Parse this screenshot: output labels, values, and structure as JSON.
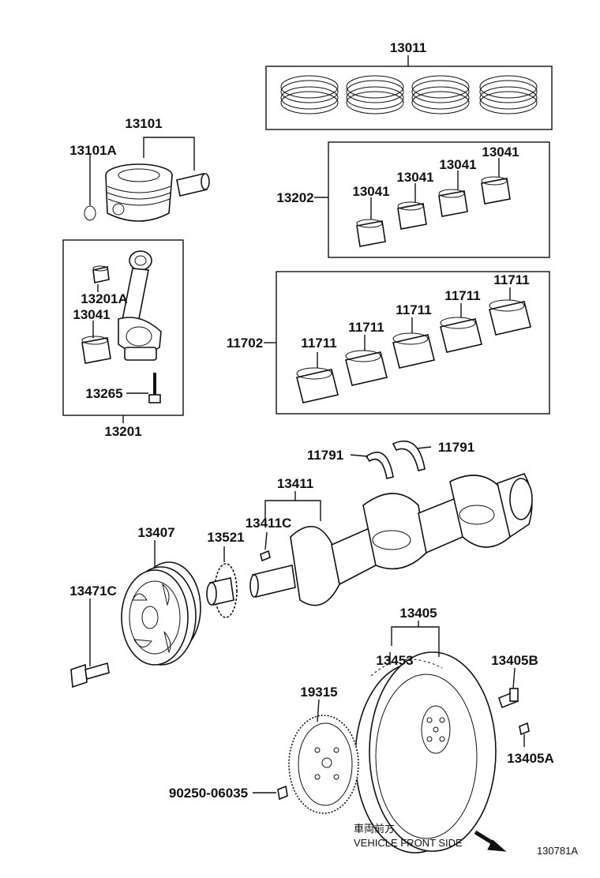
{
  "diagram": {
    "labels": {
      "ring_set": "13011",
      "piston": "13101",
      "snap_ring": "13101A",
      "bearing_set": "13202",
      "rod_bearing_a": "13041",
      "rod_bearing_b": "13041",
      "rod_bearing_c": "13041",
      "rod_bearing_d": "13041",
      "main_bearing_set": "11702",
      "main_bearing_a": "11711",
      "main_bearing_b": "11711",
      "main_bearing_c": "11711",
      "main_bearing_d": "11711",
      "main_bearing_e": "11711",
      "rod_bushing": "13201A",
      "rod_bearing": "13041",
      "rod_bolt": "13265",
      "rod_assy": "13201",
      "thrust_washer_left": "11791",
      "thrust_washer_right": "11791",
      "crankshaft": "13411",
      "crank_key": "13411C",
      "pulley": "13407",
      "crank_gear": "13521",
      "pulley_bolt": "13471C",
      "flywheel": "13405",
      "ring_gear": "13453",
      "flywheel_bolt": "13405B",
      "flywheel_pin": "13405A",
      "drive_plate": "19315",
      "plate_pin": "90250-06035",
      "front_kanji": "車両前方",
      "front_text": "VEHICLE FRONT SIDE",
      "figure_code": "130781A"
    }
  }
}
